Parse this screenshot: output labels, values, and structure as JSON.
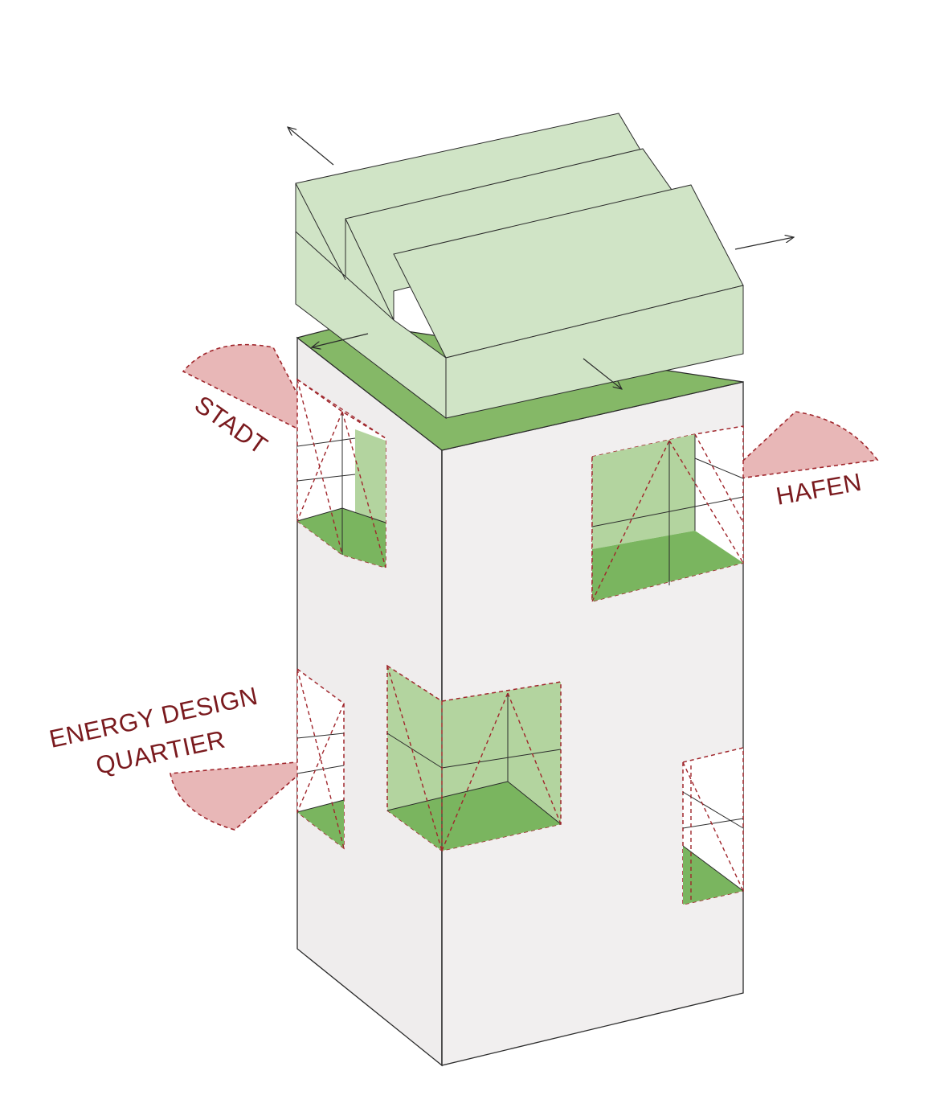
{
  "labels": {
    "stadt": "STADT",
    "hafen": "HAFEN",
    "energy_line1": "ENERGY DESIGN",
    "energy_line2": "QUARTIER"
  },
  "colors": {
    "background": "#ffffff",
    "facade_front": "#efeded",
    "facade_side": "#f1efef",
    "roof_slab": "#85b867",
    "roof_volume": "#d0e4c6",
    "window_interior": "#b3d49f",
    "window_floor": "#7ab55f",
    "view_fan": "#e8b7b7",
    "accent_red": "#a0262c",
    "label_text": "#7a1a1e",
    "outline": "#2b2b2b"
  }
}
